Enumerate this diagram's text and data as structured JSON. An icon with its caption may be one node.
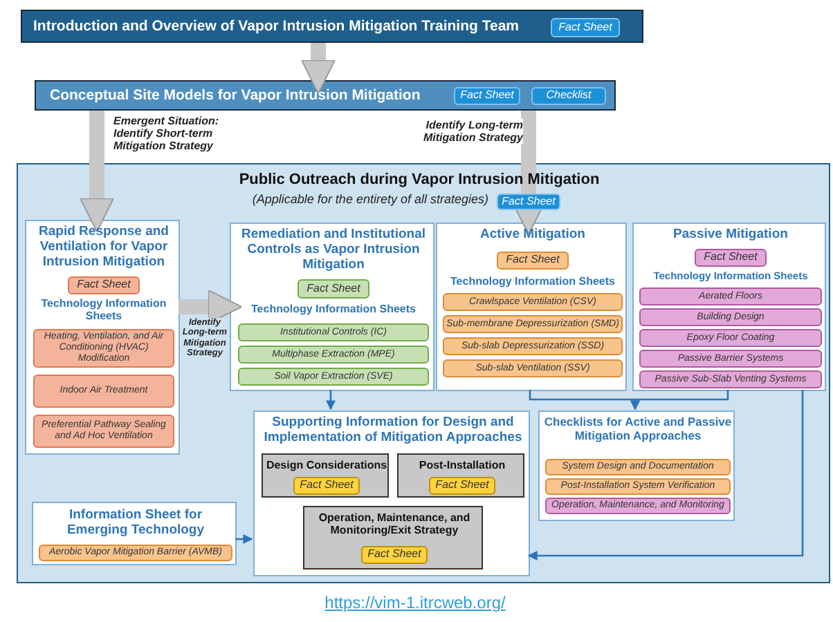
{
  "diagram": {
    "caption": "https://vim-1.itrcweb.org/",
    "nodes": [
      {
        "text": [
          "Introduction and Overview of Vapor Intrusion Mitigation Training Team"
        ]
      },
      {
        "text": [
          "Fact Sheet"
        ],
        "in": 0
      },
      {
        "text": [
          "Conceptual Site Models for Vapor Intrusion Mitigation"
        ]
      },
      {
        "text": [
          "Fact Sheet"
        ],
        "in": 2
      },
      {
        "text": [
          "Checklist"
        ],
        "in": 2
      },
      {
        "text": [
          "Public Outreach during Vapor Intrusion Mitigation",
          "(Applicable for the entirety of all strategies)"
        ]
      },
      {
        "text": [
          "Fact Sheet"
        ],
        "in": 5
      },
      {
        "text": [
          "Rapid Response and Ventilation for Vapor Intrusion Mitigation",
          "Technology Information Sheets"
        ],
        "in": 5
      },
      {
        "text": [
          "Fact Sheet"
        ],
        "in": 7
      },
      {
        "text": [
          "Heating, Ventilation, and Air Conditioning (HVAC) Modification"
        ],
        "in": 7
      },
      {
        "text": [
          "Indoor Air Treatment"
        ],
        "in": 7
      },
      {
        "text": [
          "Preferential Pathway Sealing and Ad Hoc Ventilation"
        ],
        "in": 7
      },
      {
        "text": [
          "Remediation and Institutional Controls as Vapor Intrusion Mitigation",
          "Technology Information Sheets"
        ],
        "in": 5
      },
      {
        "text": [
          "Fact Sheet"
        ],
        "in": 12
      },
      {
        "text": [
          "Institutional Controls (IC)"
        ],
        "in": 12
      },
      {
        "text": [
          "Multiphase Extraction (MPE)"
        ],
        "in": 12
      },
      {
        "text": [
          "Soil Vapor Extraction (SVE)"
        ],
        "in": 12
      },
      {
        "text": [
          "Active Mitigation",
          "Technology Information Sheets"
        ],
        "in": 5
      },
      {
        "text": [
          "Fact Sheet"
        ],
        "in": 17
      },
      {
        "text": [
          "Crawlspace Ventilation (CSV)"
        ],
        "in": 17
      },
      {
        "text": [
          "Sub-membrane Depressurization (SMD)"
        ],
        "in": 17
      },
      {
        "text": [
          "Sub-slab Depressurization (SSD)"
        ],
        "in": 17
      },
      {
        "text": [
          "Sub-slab Ventilation (SSV)"
        ],
        "in": 17
      },
      {
        "text": [
          "Passive Mitigation",
          "Technology Information Sheets"
        ],
        "in": 5
      },
      {
        "text": [
          "Fact Sheet"
        ],
        "in": 23
      },
      {
        "text": [
          "Aerated Floors"
        ],
        "in": 23
      },
      {
        "text": [
          "Building Design"
        ],
        "in": 23
      },
      {
        "text": [
          "Epoxy Floor Coating"
        ],
        "in": 23
      },
      {
        "text": [
          "Passive Barrier Systems"
        ],
        "in": 23
      },
      {
        "text": [
          "Passive Sub-Slab Venting Systems"
        ],
        "in": 23
      },
      {
        "text": [
          "Supporting Information for Design and Implementation of Mitigation Approaches"
        ],
        "in": 5
      },
      {
        "text": [
          "Design Considerations"
        ],
        "in": 30
      },
      {
        "text": [
          "Fact Sheet"
        ],
        "in": 31
      },
      {
        "text": [
          "Post-Installation"
        ],
        "in": 30
      },
      {
        "text": [
          "Fact Sheet"
        ],
        "in": 33
      },
      {
        "text": [
          "Operation, Maintenance, and Monitoring/Exit Strategy"
        ],
        "in": 30
      },
      {
        "text": [
          "Fact Sheet"
        ],
        "in": 35
      },
      {
        "text": [
          "Checklists for Active and Passive Mitigation Approaches"
        ],
        "in": 5
      },
      {
        "text": [
          "System Design and Documentation"
        ],
        "in": 37
      },
      {
        "text": [
          "Post-Installation System Verification"
        ],
        "in": 37
      },
      {
        "text": [
          "Operation, Maintenance, and Monitoring"
        ],
        "in": 37
      },
      {
        "text": [
          "Information Sheet for Emerging Technology"
        ],
        "in": 5
      },
      {
        "text": [
          "Aerobic Vapor Mitigation Barrier (AVMB)"
        ],
        "in": 41
      }
    ],
    "edges": [
      {
        "from": 0,
        "to": 2,
        "arrow": "to",
        "style": "thick",
        "color": "#c8c8c8"
      },
      {
        "from": 2,
        "to": 7,
        "arrow": "to",
        "label": "Emergent Situation: Identify Short-term Mitigation Strategy",
        "style": "thick",
        "color": "#c8c8c8"
      },
      {
        "from": 2,
        "to": 17,
        "arrow": "to",
        "label": "Identify Long-term Mitigation Strategy",
        "style": "thick",
        "color": "#c8c8c8"
      },
      {
        "from": 7,
        "to": 12,
        "arrow": "to",
        "label": "Identify Long-term Mitigation Strategy",
        "style": "thick",
        "color": "#c8c8c8"
      },
      {
        "from": 12,
        "to": 30,
        "arrow": "to"
      },
      {
        "from": 17,
        "to": 37,
        "arrow": "to"
      },
      {
        "from": 23,
        "to": 37,
        "arrow": "to"
      },
      {
        "from": 23,
        "to": 30,
        "arrow": "to"
      },
      {
        "from": 41,
        "to": 30,
        "arrow": "to"
      }
    ]
  }
}
